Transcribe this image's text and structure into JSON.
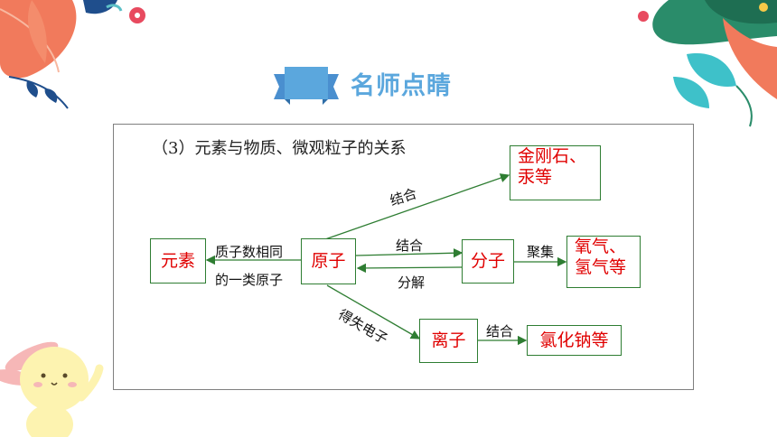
{
  "header": {
    "title": "名师点睛"
  },
  "diagram": {
    "heading": "（3）元素与物质、微观粒子的关系",
    "nodes": {
      "element": "元素",
      "atom": "原子",
      "molecule": "分子",
      "ion": "离子",
      "metal_line1": "金刚石、",
      "metal_line2": "汞等",
      "gas_line1": "氧气、",
      "gas_line2": "氢气等",
      "salt": "氯化钠等"
    },
    "labels": {
      "same_protons_line1": "质子数相同",
      "same_protons_line2": "的一类原子",
      "combine_top": "结合",
      "combine_mid": "结合",
      "decompose": "分解",
      "aggregate": "聚集",
      "gain_lose": "得失电子",
      "combine_ion": "结合"
    }
  },
  "colors": {
    "node_text": "#e00000",
    "node_border": "#2e7d32",
    "arrow": "#2e7d32",
    "title": "#5ba7dd"
  }
}
